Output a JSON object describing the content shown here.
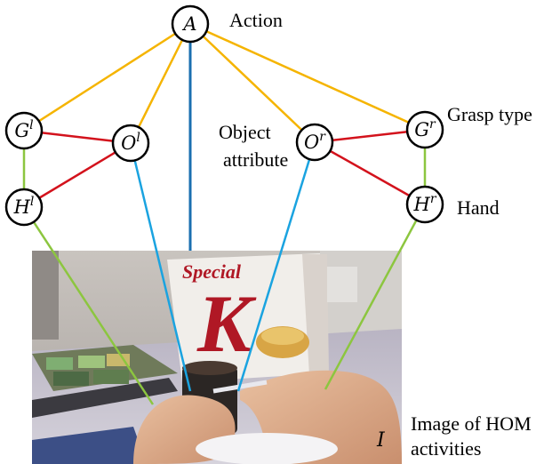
{
  "nodes": {
    "A": {
      "label": "A",
      "sup": ""
    },
    "Gl": {
      "label": "G",
      "sup": "l"
    },
    "Ol": {
      "label": "O",
      "sup": "l"
    },
    "Or": {
      "label": "O",
      "sup": "r"
    },
    "Gr": {
      "label": "G",
      "sup": "r"
    },
    "Hl": {
      "label": "H",
      "sup": "l"
    },
    "Hr": {
      "label": "H",
      "sup": "r"
    }
  },
  "captions": {
    "action": "Action",
    "grasp_type": "Grasp type",
    "object_attribute_line1": "Object",
    "object_attribute_line2": "attribute",
    "hand": "Hand",
    "image_line1": "Image of HOM",
    "image_line2": "activities",
    "image_variable": "I"
  },
  "photo": {
    "box_brand": "Special",
    "box_letter": "K"
  },
  "colors": {
    "action_edge": "#f5b400",
    "image_edge_object": "#1aa3e0",
    "image_edge_center": "#1a6fb0",
    "image_edge_hand": "#8cc63f",
    "grasp_hand_edge": "#8cc63f",
    "red_edge": "#d3121c"
  }
}
